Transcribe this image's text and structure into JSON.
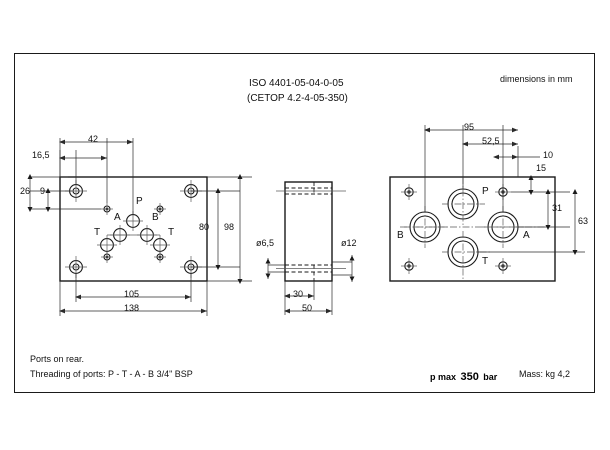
{
  "document": {
    "kind": "technical-drawing",
    "title_line1": "ISO 4401-05-04-0-05",
    "title_line2": "(CETOP 4.2-4-05-350)",
    "units_note": "dimensions in mm"
  },
  "notes": {
    "ports_on_rear": "Ports on rear.",
    "threading": "Threading of ports:  P - T - A - B   3/4\" BSP",
    "pressure_prefix": "p max",
    "pressure_value": "350",
    "pressure_suffix": "bar",
    "mass": "Mass: kg 4,2"
  },
  "views": {
    "front": {
      "name": "front-view",
      "dimensions": {
        "width_overall": "138",
        "width_hole_spacing": "105",
        "height_overall": "98",
        "height_hole_spacing": "80",
        "offset_42": "42",
        "offset_16_5": "16,5",
        "offset_9": "9",
        "offset_26": "26"
      },
      "port_labels": {
        "p": "P",
        "a": "A",
        "b": "B",
        "t_left": "T",
        "t_right": "T"
      }
    },
    "side": {
      "name": "side-view",
      "dimensions": {
        "width_30": "30",
        "width_50": "50",
        "dia_6_5": "ø6,5",
        "dia_12": "ø12"
      }
    },
    "rear": {
      "name": "rear-view",
      "dimensions": {
        "width_95": "95",
        "width_52_5": "52,5",
        "width_10": "10",
        "height_15": "15",
        "height_31": "31",
        "height_63": "63"
      },
      "port_labels": {
        "p": "P",
        "a": "A",
        "b": "B",
        "t": "T"
      }
    }
  },
  "colors": {
    "line": "#1a1a1a",
    "thin": "#555555",
    "text": "#111111",
    "background": "#ffffff"
  }
}
